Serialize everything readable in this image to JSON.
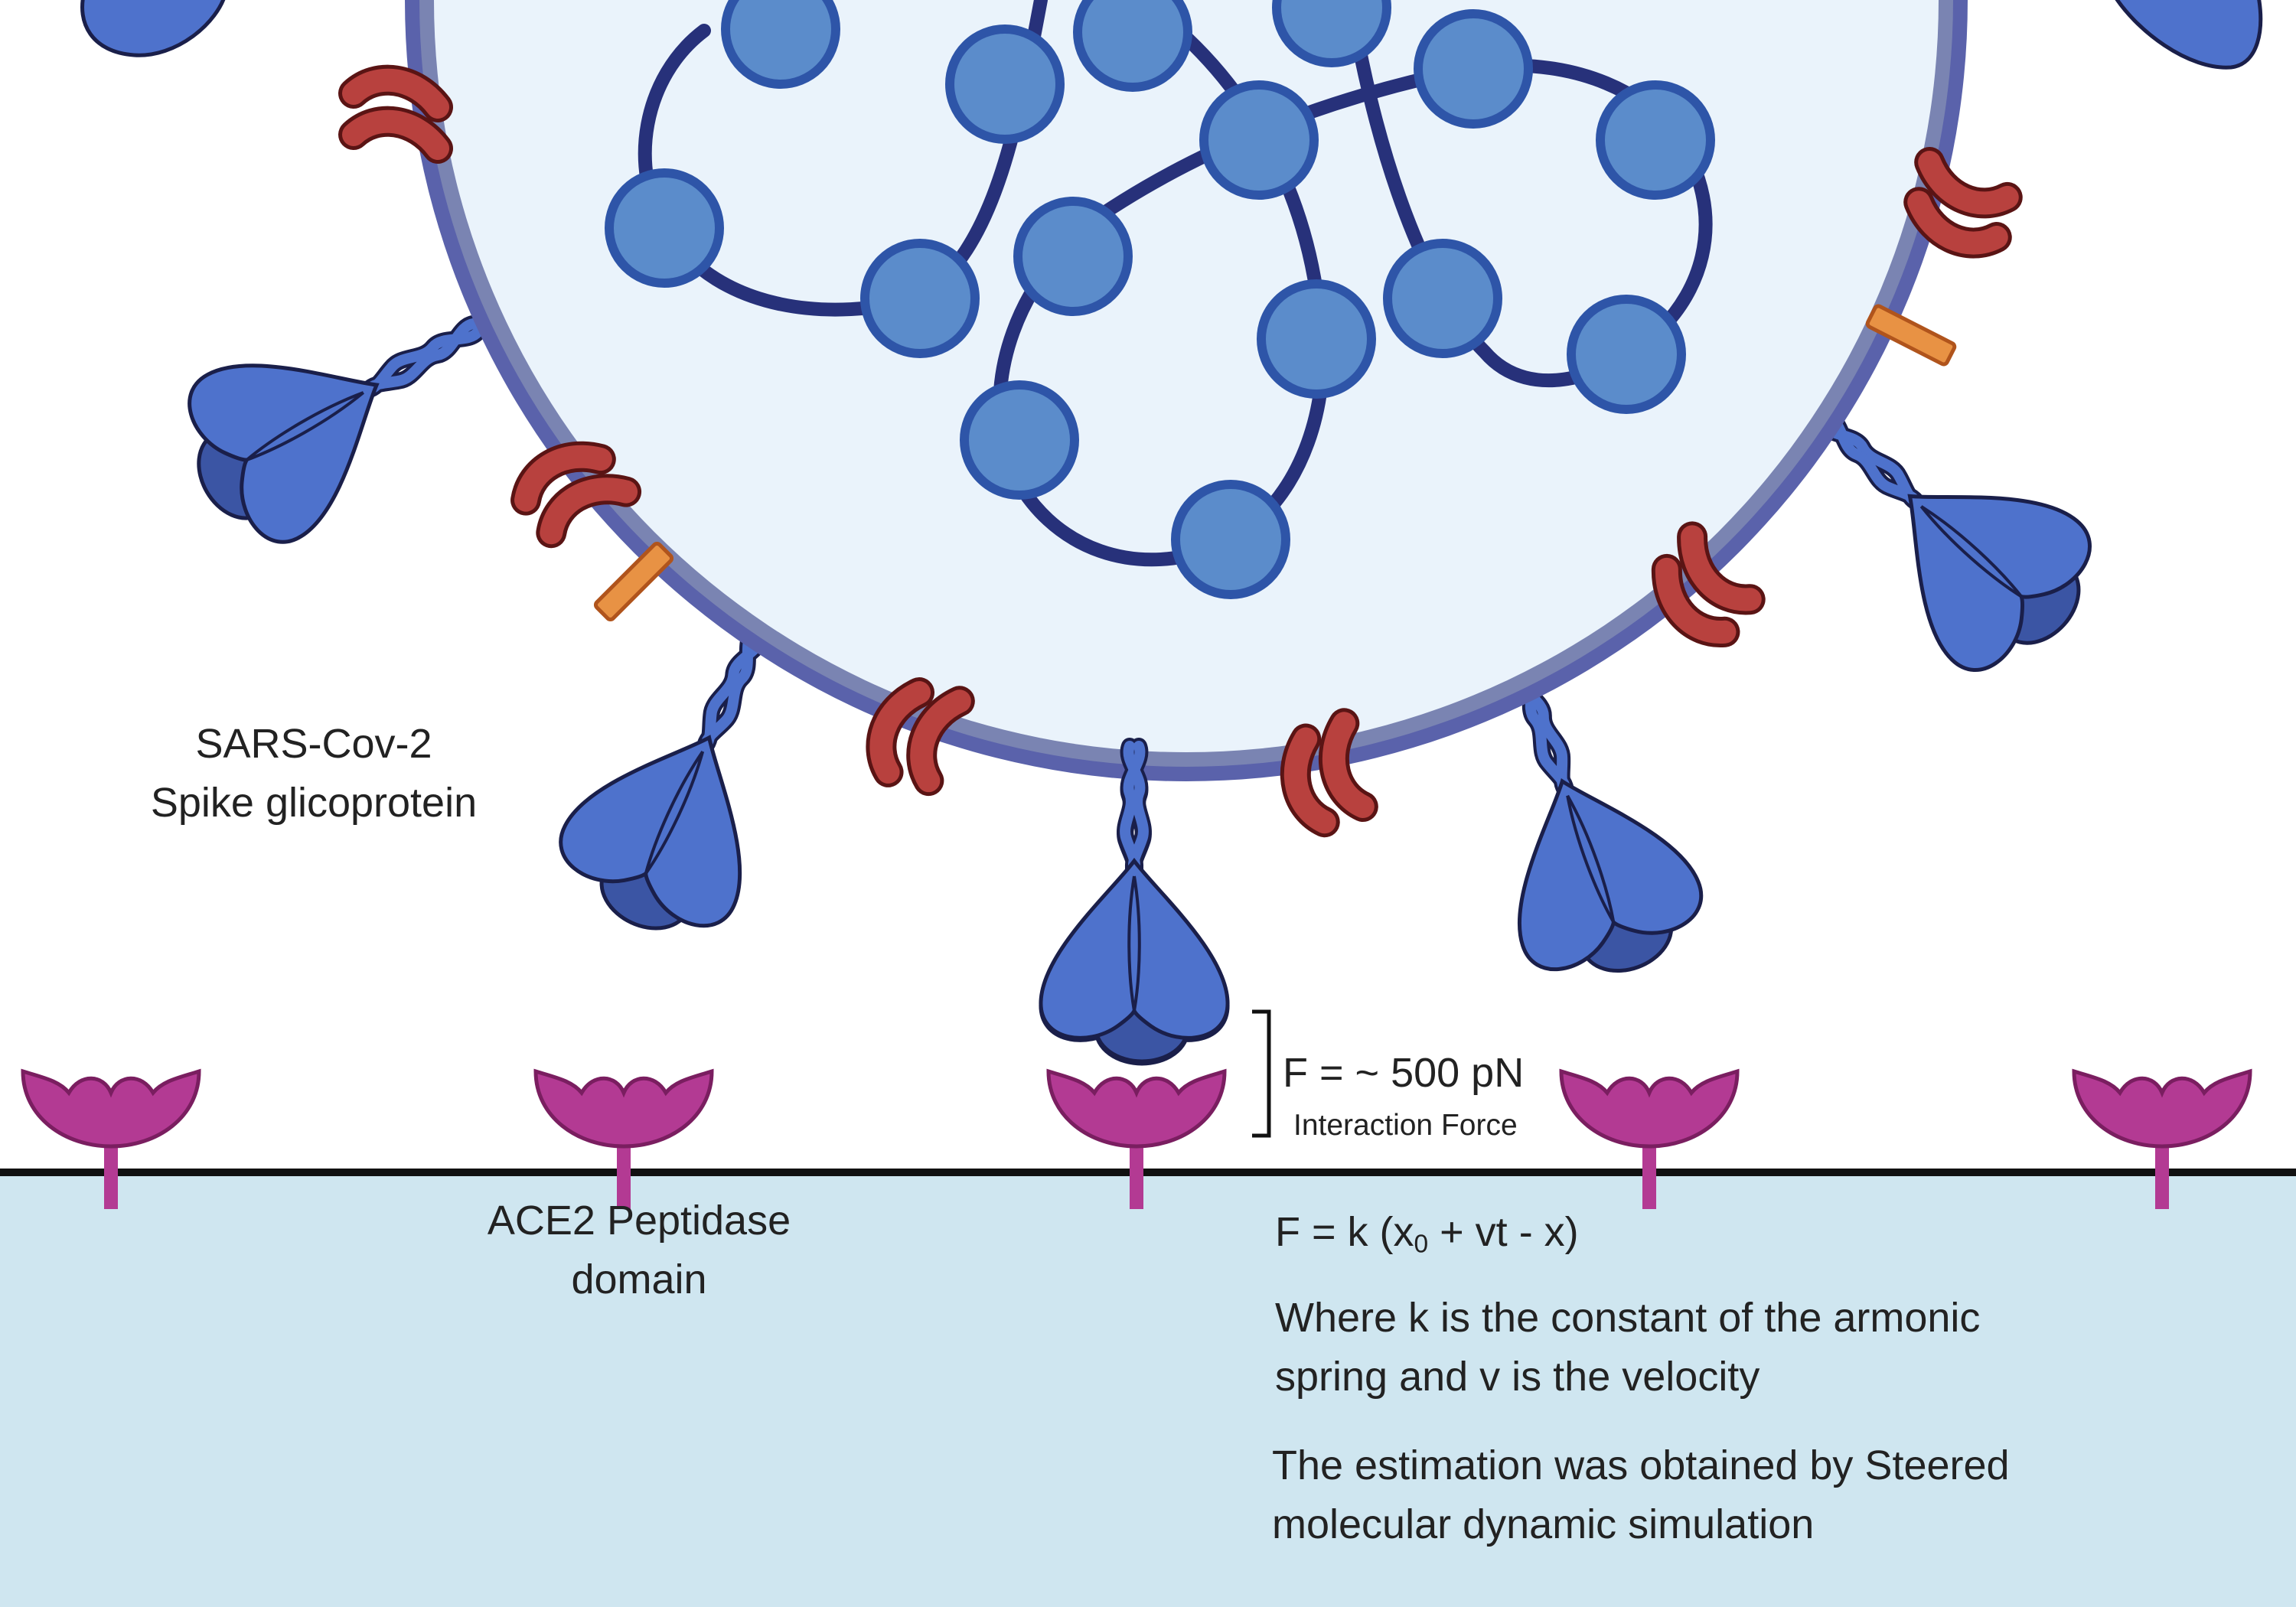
{
  "labels": {
    "spike_line1": "SARS-Cov-2",
    "spike_line2": "Spike glicoprotein",
    "ace2_line1": "ACE2 Peptidase",
    "ace2_line2": "domain",
    "force_value": "F = ~ 500 pN",
    "force_caption": "Interaction Force",
    "formula_prefix": "F = k (x",
    "formula_sub": "0",
    "formula_suffix": " + vt - x)",
    "where_line1": "Where k is the constant of the armonic",
    "where_line2": "spring and v is the velocity",
    "est_line1": "The estimation was obtained by Steered",
    "est_line2": "molecular dynamic simulation"
  },
  "colors": {
    "virus_interior": "#eaf3fb",
    "envelope": "#5a62ab",
    "envelope_core": "#7a84b2",
    "rna_strand": "#27317a",
    "nucleocapsid": "#5b8ccb",
    "spike_protein": "#4e72cc",
    "spike_dark": "#3b55a4",
    "membrane_protein": "#b8413e",
    "envelope_protein": "#e89244",
    "ace2_receptor": "#b33a93",
    "cell_surface": "#cfe6f0"
  }
}
